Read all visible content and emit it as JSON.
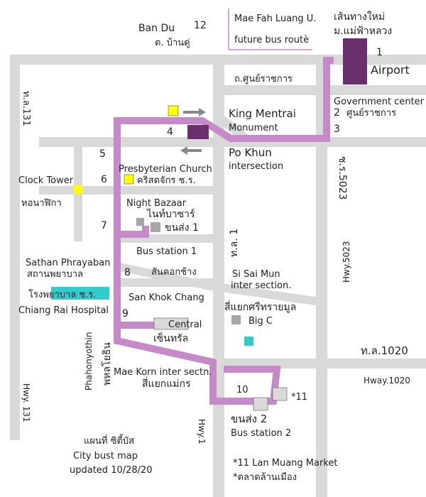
{
  "map": {
    "route_color": "#c68ac9",
    "road_color": "#d9d9d9",
    "building_dark": "#6b2f6e",
    "marker_yellow": "#ffff00",
    "marker_cyan": "#33cccc",
    "marker_gray": "#a6a6a6"
  },
  "labels": {
    "ban_du": "Ban Du",
    "ban_du_th": "ต. บ้านดู่",
    "stop_12": "12",
    "future_route_1": "Mae Fah Luang U.",
    "future_route_2": "future bus routè",
    "new_route_th_1": "เส้นทางใหม่",
    "new_route_th_2": "ม.แม่ฟ้าหลวง",
    "stop_1": "1",
    "airport": "Airport",
    "road_th_top": "ถ.ศูนย์ราชการ",
    "road_131_th": "ท.ล.131",
    "gov_center": "Government center",
    "gov_center_th": "ศูนย์ราชการ",
    "stop_2": "2",
    "stop_3": "3",
    "king_mentrai": "King Mentrai",
    "monument": "Monument",
    "stop_4": "4",
    "po_khun": "Po Khun",
    "intersection": "intersection",
    "stop_5": "5",
    "presbyterian": "Presbyterian Church",
    "presbyterian_th": "คริสตจักร ช.ร.",
    "stop_6": "6",
    "clock_tower": "Clock Tower",
    "clock_tower_th": "หอนาฬิกา",
    "road_5023_th": "ช.ร.5023",
    "hwy_5023": "Hwy.5023",
    "night_bazaar": "Night Bazaar",
    "night_bazaar_th": "ไนท์บาซาร์",
    "bus_station_1_th": "ขนส่ง 1",
    "stop_7": "7",
    "road_1_th": "ท.ล. 1",
    "bus_station_1": "Bus station 1",
    "sathan_phrayaban": "Sathan Phrayaban",
    "sathan_phrayaban_th": "สถานพยาบาล",
    "stop_8": "8",
    "san_khok_chang_th": "สันคอกช้าง",
    "si_sai_mun": "Si Sai Mun",
    "inter_section": "inter  section.",
    "hospital_th": "โรงพยาบาล ช.ร.",
    "hospital": "Chiang Rai Hospital",
    "san_khok_chang": "San Khok Chang",
    "si_sai_mun_th": "สี่แยกศรีทรายมูล",
    "big_c": "Big C",
    "stop_9": "9",
    "central": "Central",
    "central_th": "เซ็นทรัล",
    "phahonyothin": "Phahonyothin",
    "phahonyothin_th": "พหลโยธิน",
    "road_1020_th": "ท.ล.1020",
    "hwy_1020": "Hway.1020",
    "mae_korn": "Mae Korn inter sectn.",
    "mae_korn_th": "สี่แยกแม่กร",
    "stop_10": "10",
    "stop_11": "*11",
    "bus_station_2_th": "ขนส่ง 2",
    "bus_station_2": "Bus station 2",
    "hwy_131": "Hwy. 131",
    "hwy_1": "Hwy.1",
    "city_map_th": "แผนที่ ซิตี้บัส",
    "city_map": "City bust map",
    "updated": "updated  10/28/20",
    "lan_muang": "*11 Lan Muang Market",
    "lan_muang_th": "*ตลาดล้านเมือง"
  }
}
